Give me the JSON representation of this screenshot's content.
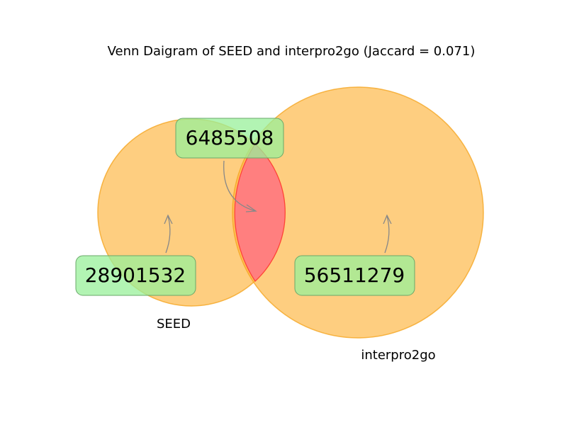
{
  "chart_data": {
    "type": "venn",
    "title": "Venn Daigram of SEED and interpro2go (Jaccard = 0.071)",
    "sets": [
      {
        "name": "SEED",
        "only": 28901532
      },
      {
        "name": "interpro2go",
        "only": 56511279
      }
    ],
    "intersection": 6485508,
    "jaccard": 0.071,
    "labels": {
      "set_a": "SEED",
      "set_b": "interpro2go",
      "count_a": "28901532",
      "count_b": "56511279",
      "count_ab": "6485508"
    },
    "colors": {
      "set_fill": "#fdb94a",
      "set_edge": "#f5a623",
      "intersection_fill": "#ff7f7f",
      "intersection_edge": "#ff2020",
      "label_box": "#98f09a",
      "label_box_edge": "#6aa86a",
      "arrow": "#888888"
    }
  }
}
